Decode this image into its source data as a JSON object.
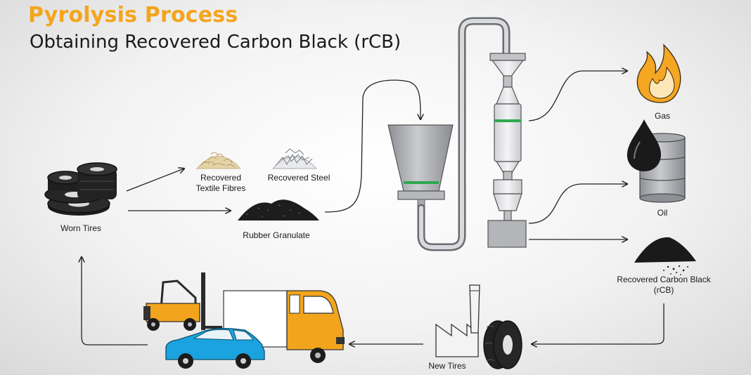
{
  "header": {
    "title": "Pyrolysis Process",
    "subtitle": "Obtaining Recovered Carbon Black (rCB)"
  },
  "nodes": {
    "worn_tires": "Worn Tires",
    "textile_line1": "Recovered",
    "textile_line2": "Textile Fibres",
    "steel": "Recovered Steel",
    "rubber": "Rubber Granulate",
    "gas": "Gas",
    "oil": "Oil",
    "rcb_line1": "Recovered Carbon Black",
    "rcb_line2": "(rCB)",
    "new_tires": "New Tires"
  },
  "colors": {
    "title_accent": "#f4a51c",
    "machine_gray": "#9c9ea3",
    "machine_dark": "#55575c",
    "band_green": "#2fa84f",
    "truck_yellow": "#f2a51c",
    "car_blue": "#1aa3de",
    "flame_orange": "#f5a623",
    "flame_light": "#fde7b8"
  },
  "icons": [
    "tire-stack-icon",
    "textile-fibres-icon",
    "steel-pile-icon",
    "rubber-granulate-icon",
    "hopper-icon",
    "pyrolysis-reactor-icon",
    "flame-icon",
    "oil-barrel-icon",
    "carbon-black-pile-icon",
    "factory-icon",
    "new-tires-icon",
    "forklift-icon",
    "truck-icon",
    "car-icon"
  ]
}
